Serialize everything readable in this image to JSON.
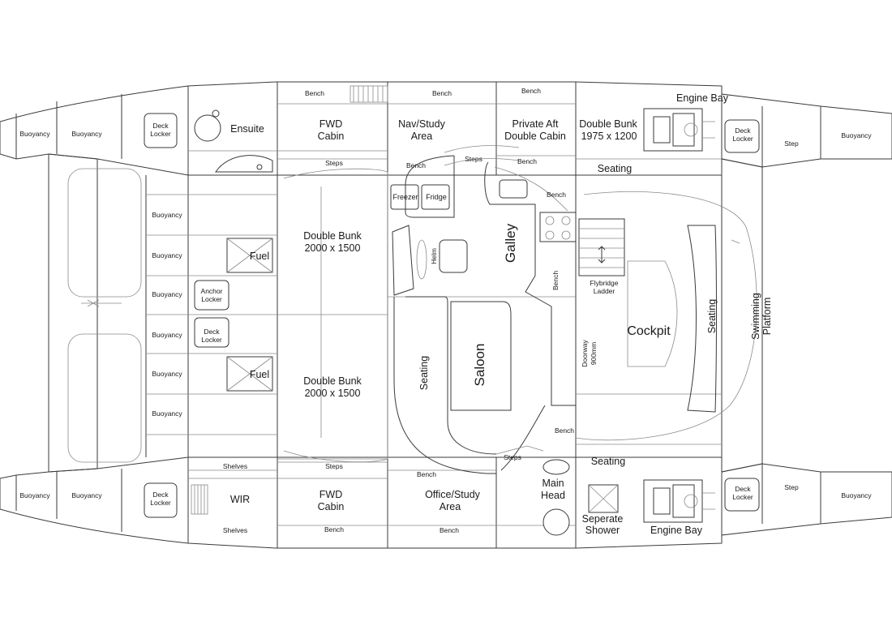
{
  "labels": {
    "buoyancy": "Buoyancy",
    "deck_locker_1": "Deck",
    "deck_locker_2": "Locker",
    "anchor_locker_1": "Anchor",
    "anchor_locker_2": "Locker",
    "fuel": "Fuel",
    "ensuite": "Ensuite",
    "wir": "WIR",
    "shelves": "Shelves",
    "bench": "Bench",
    "steps": "Steps",
    "fwd_cabin_1": "FWD",
    "fwd_cabin_2": "Cabin",
    "double_bunk": "Double Bunk",
    "bunk_size_fwd": "2000 x 1500",
    "nav_study_1": "Nav/Study",
    "nav_study_2": "Area",
    "office_study_1": "Office/Study",
    "office_study_2": "Area",
    "private_aft_1": "Private Aft",
    "private_aft_2": "Double Cabin",
    "bunk_size_aft": "1975 x 1200",
    "engine_bay": "Engine Bay",
    "seating": "Seating",
    "freezer": "Freezer",
    "fridge": "Fridge",
    "helm": "Helm",
    "galley": "Galley",
    "saloon": "Saloon",
    "doorway_1": "Doorway",
    "doorway_2": "900mm",
    "flybridge_1": "Flybridge",
    "flybridge_2": "Ladder",
    "cockpit": "Cockpit",
    "swimming_1": "Swimming",
    "swimming_2": "Platform",
    "main_head_1": "Main",
    "main_head_2": "Head",
    "shower_1": "Seperate",
    "shower_2": "Shower",
    "step": "Step"
  }
}
